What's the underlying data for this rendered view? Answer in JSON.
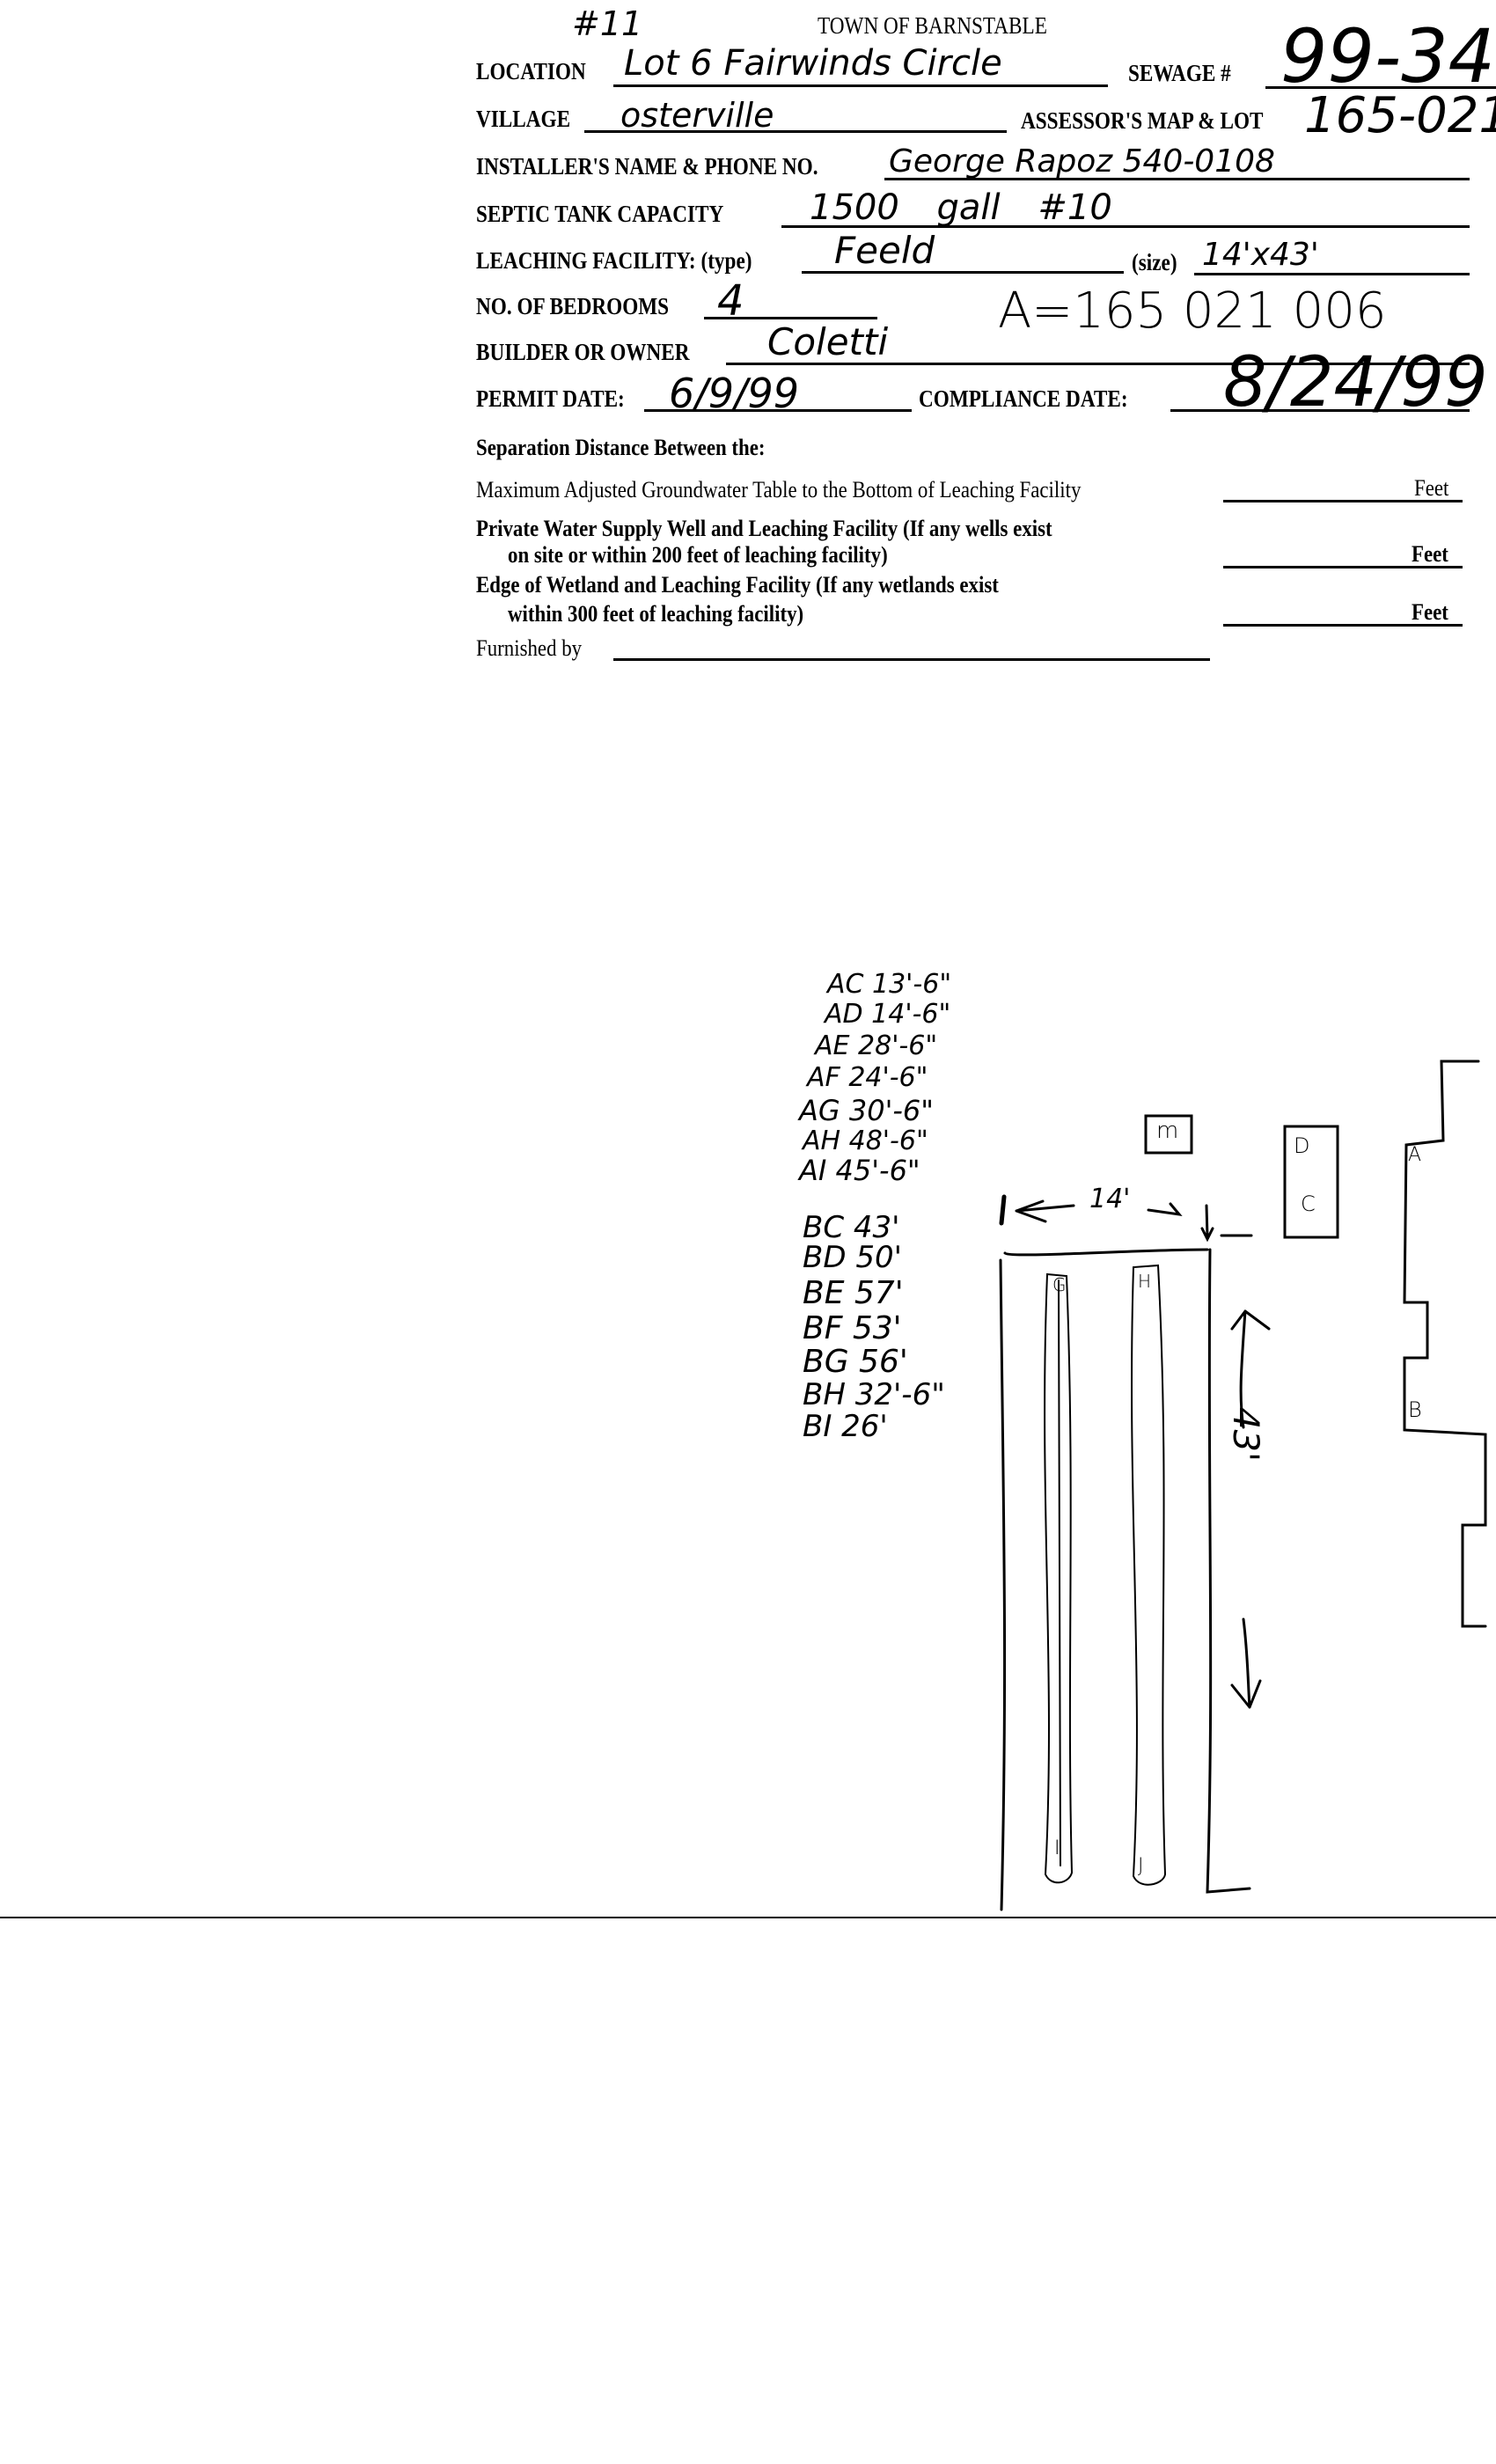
{
  "form": {
    "handwritten_number": "#11",
    "title": "TOWN OF BARNSTABLE",
    "labels": {
      "location": "LOCATION",
      "sewage": "SEWAGE #",
      "village": "VILLAGE",
      "assessors_map_lot": "ASSESSOR'S MAP & LOT",
      "installer": "INSTALLER'S NAME & PHONE NO.",
      "septic_capacity": "SEPTIC TANK CAPACITY",
      "leaching_type": "LEACHING FACILITY: (type)",
      "leaching_size": "(size)",
      "bedrooms": "NO. OF BEDROOMS",
      "builder_owner": "BUILDER OR OWNER",
      "permit_date": "PERMIT DATE:",
      "compliance_date": "COMPLIANCE DATE:"
    },
    "values": {
      "location": "Lot 6 Fairwinds Circle",
      "sewage": "99-34",
      "village": "osterville",
      "assessors_map_lot": "165-021",
      "installer": "George Rapoz 540-0108",
      "septic_capacity": "1500 gall #10",
      "leaching_type": "Feeld",
      "leaching_size": "14'x43'",
      "bedrooms": "4",
      "parcel_note": "A=165 021 006",
      "builder_owner": "Coletti",
      "permit_date": "6/9/99",
      "compliance_date": "8/24/99"
    },
    "separation": {
      "heading": "Separation Distance Between the:",
      "rows": [
        {
          "line1": "Maximum Adjusted Groundwater Table to the Bottom of Leaching Facility",
          "line2": "",
          "unit": "Feet"
        },
        {
          "line1": "Private Water Supply Well and Leaching Facility  (If any wells exist",
          "line2": "on site or within 200 feet of leaching facility)",
          "unit": "Feet"
        },
        {
          "line1": "Edge of Wetland and Leaching Facility (If any wetlands exist",
          "line2": "within 300 feet of leaching facility)",
          "unit": "Feet"
        }
      ],
      "furnished_by": "Furnished by"
    }
  },
  "sketch": {
    "a_measurements": [
      "AC 13'-6\"",
      "AD 14'-6\"",
      "AE 28'-6\"",
      "AF 24'-6\"",
      "AG 30'-6\"",
      "AH 48'-6\"",
      "AI 45'-6\""
    ],
    "b_measurements": [
      "BC 43'",
      "BD 50'",
      "BE 57'",
      "BF 53'",
      "BG 56'",
      "BH 32'-6\"",
      "BI 26'"
    ],
    "width_label": "14'",
    "length_label": "43'",
    "box_m_label": "m",
    "box_d_label": "D",
    "box_c_label": "C",
    "trench_labels": [
      "G",
      "H",
      "I",
      "J"
    ],
    "house_labels": [
      "A",
      "B"
    ]
  }
}
